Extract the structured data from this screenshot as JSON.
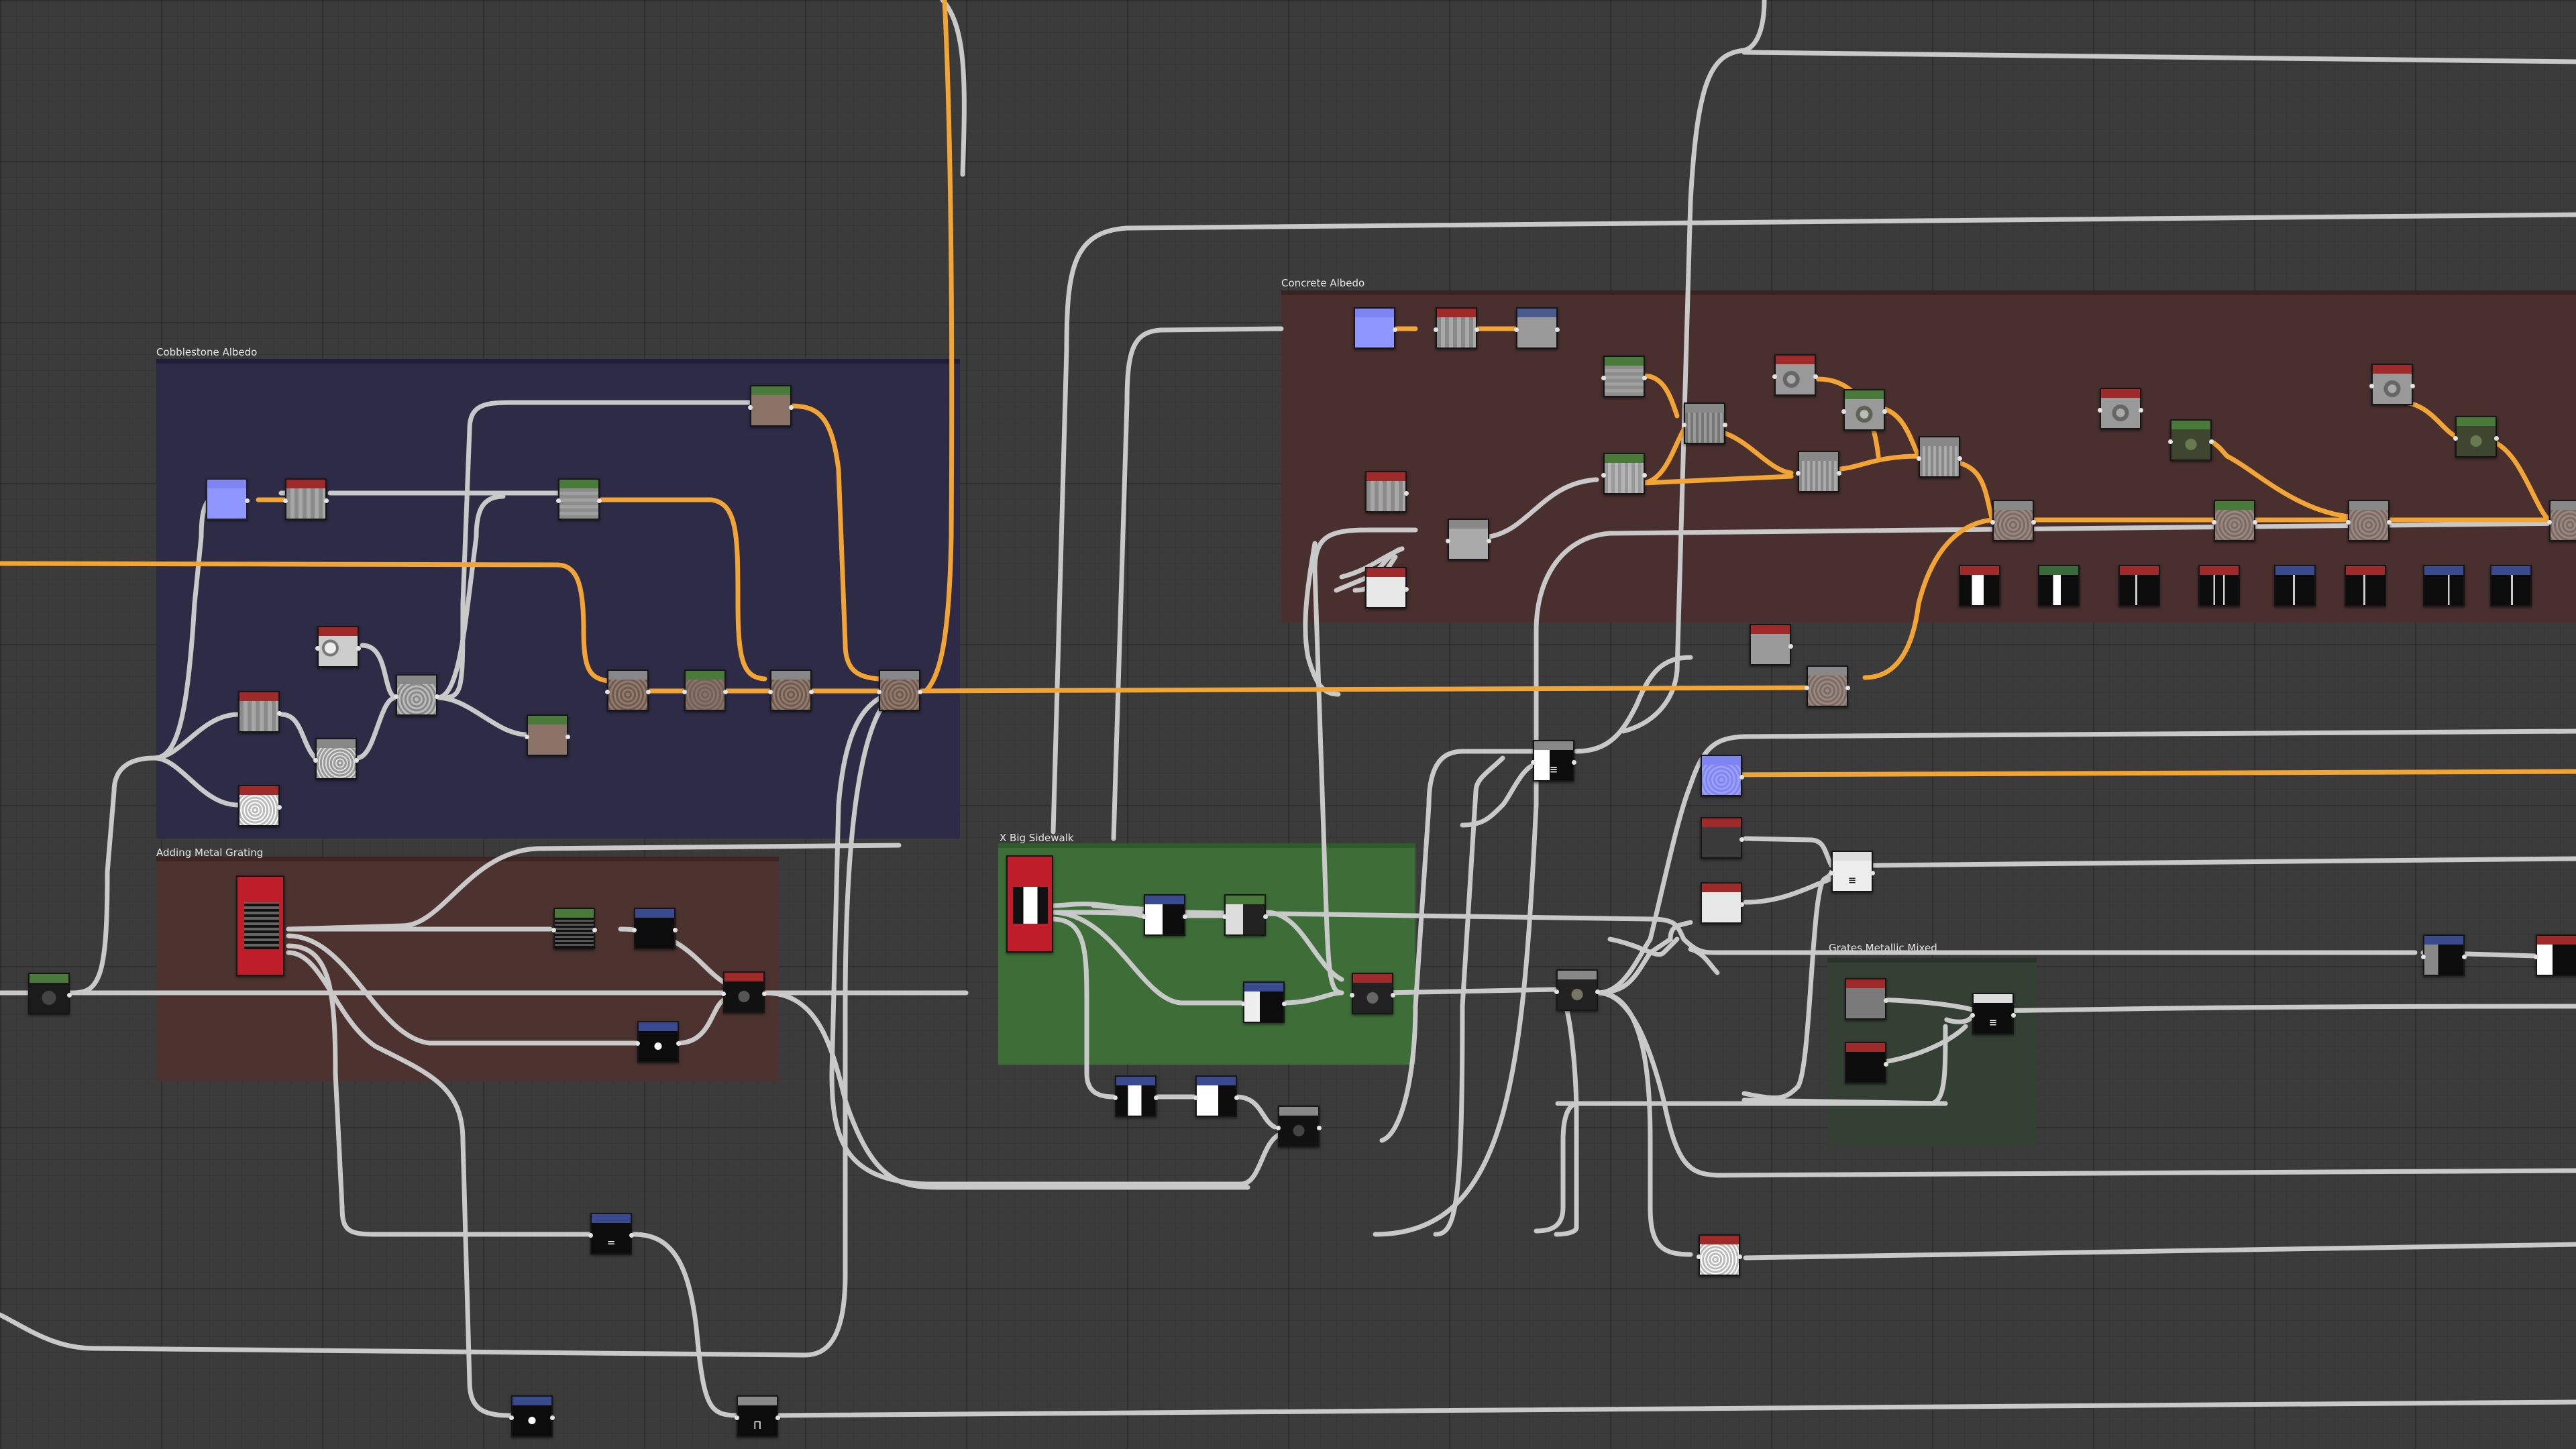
{
  "app": {
    "view": "node-graph"
  },
  "frames": [
    {
      "id": "cobblestone",
      "title": "Cobblestone Albedo",
      "color": "#2e2b47",
      "bar": "#1f1d3a"
    },
    {
      "id": "concrete",
      "title": "Concrete Albedo",
      "color": "#4a2f2f",
      "bar": "#3a2222"
    },
    {
      "id": "metal",
      "title": "Adding Metal Grating",
      "color": "#4d3330",
      "bar": "#3c2522"
    },
    {
      "id": "sidewalk",
      "title": "X Big Sidewalk",
      "color": "#3d6e38",
      "bar": "#2f5a2a"
    },
    {
      "id": "grates",
      "title": "Grates Metallic Mixed",
      "color": "#354035",
      "bar": "#2a332a"
    }
  ],
  "node_kinds": {
    "uniform": {
      "header": "#6a73e0",
      "body": "#8f96ff"
    },
    "gray_tile": {
      "header": "#a02a2a",
      "body": "#9a9a9a"
    },
    "gray_blue": {
      "header": "#4a5a8f",
      "body": "#9a9a9a"
    },
    "gray_green": {
      "header": "#4a7a3a",
      "body": "#9a9a9a"
    },
    "stone_tile": {
      "header": "#4a7a3a",
      "body": "#8a7266"
    },
    "stone_red": {
      "header": "#a02a2a",
      "body": "#8a7266"
    },
    "noise_red": {
      "header": "#a02a2a",
      "body": "#b8b8b8"
    },
    "noise_green": {
      "header": "#4a7a3a",
      "body": "#6a7a50"
    },
    "black_blue": {
      "header": "#3a4a8f",
      "body": "#0c0c0c"
    },
    "black_red": {
      "header": "#a02a2a",
      "body": "#0c0c0c"
    },
    "black_green": {
      "header": "#3a6a3a",
      "body": "#0c0c0c"
    },
    "white_red": {
      "header": "#a02a2a",
      "body": "#e8e8e8"
    }
  },
  "wire_colors": {
    "generic": "#c9c9c9",
    "color": "#f2a534"
  }
}
